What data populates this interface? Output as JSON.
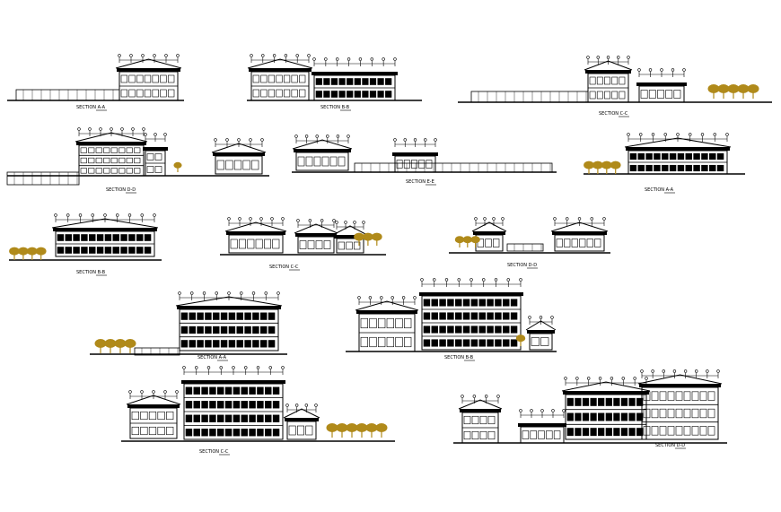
{
  "drawing": {
    "line_color": "#000000",
    "tree_color": "#b08a1a",
    "background": "#ffffff"
  },
  "sections": [
    {
      "label": "SECTION A-A"
    },
    {
      "label": "SECTION B-B"
    },
    {
      "label": "SECTION C-C"
    },
    {
      "label": "SECTION D-D"
    },
    {
      "label": "SECTION E-E"
    },
    {
      "label": "SECTION A-A"
    },
    {
      "label": "SECTION B-B"
    },
    {
      "label": "SECTION C-C"
    },
    {
      "label": "SECTION D-D"
    },
    {
      "label": "SECTION A-A"
    },
    {
      "label": "SECTION B-B"
    },
    {
      "label": "SECTION C-C"
    },
    {
      "label": "SECTION D-D"
    }
  ]
}
